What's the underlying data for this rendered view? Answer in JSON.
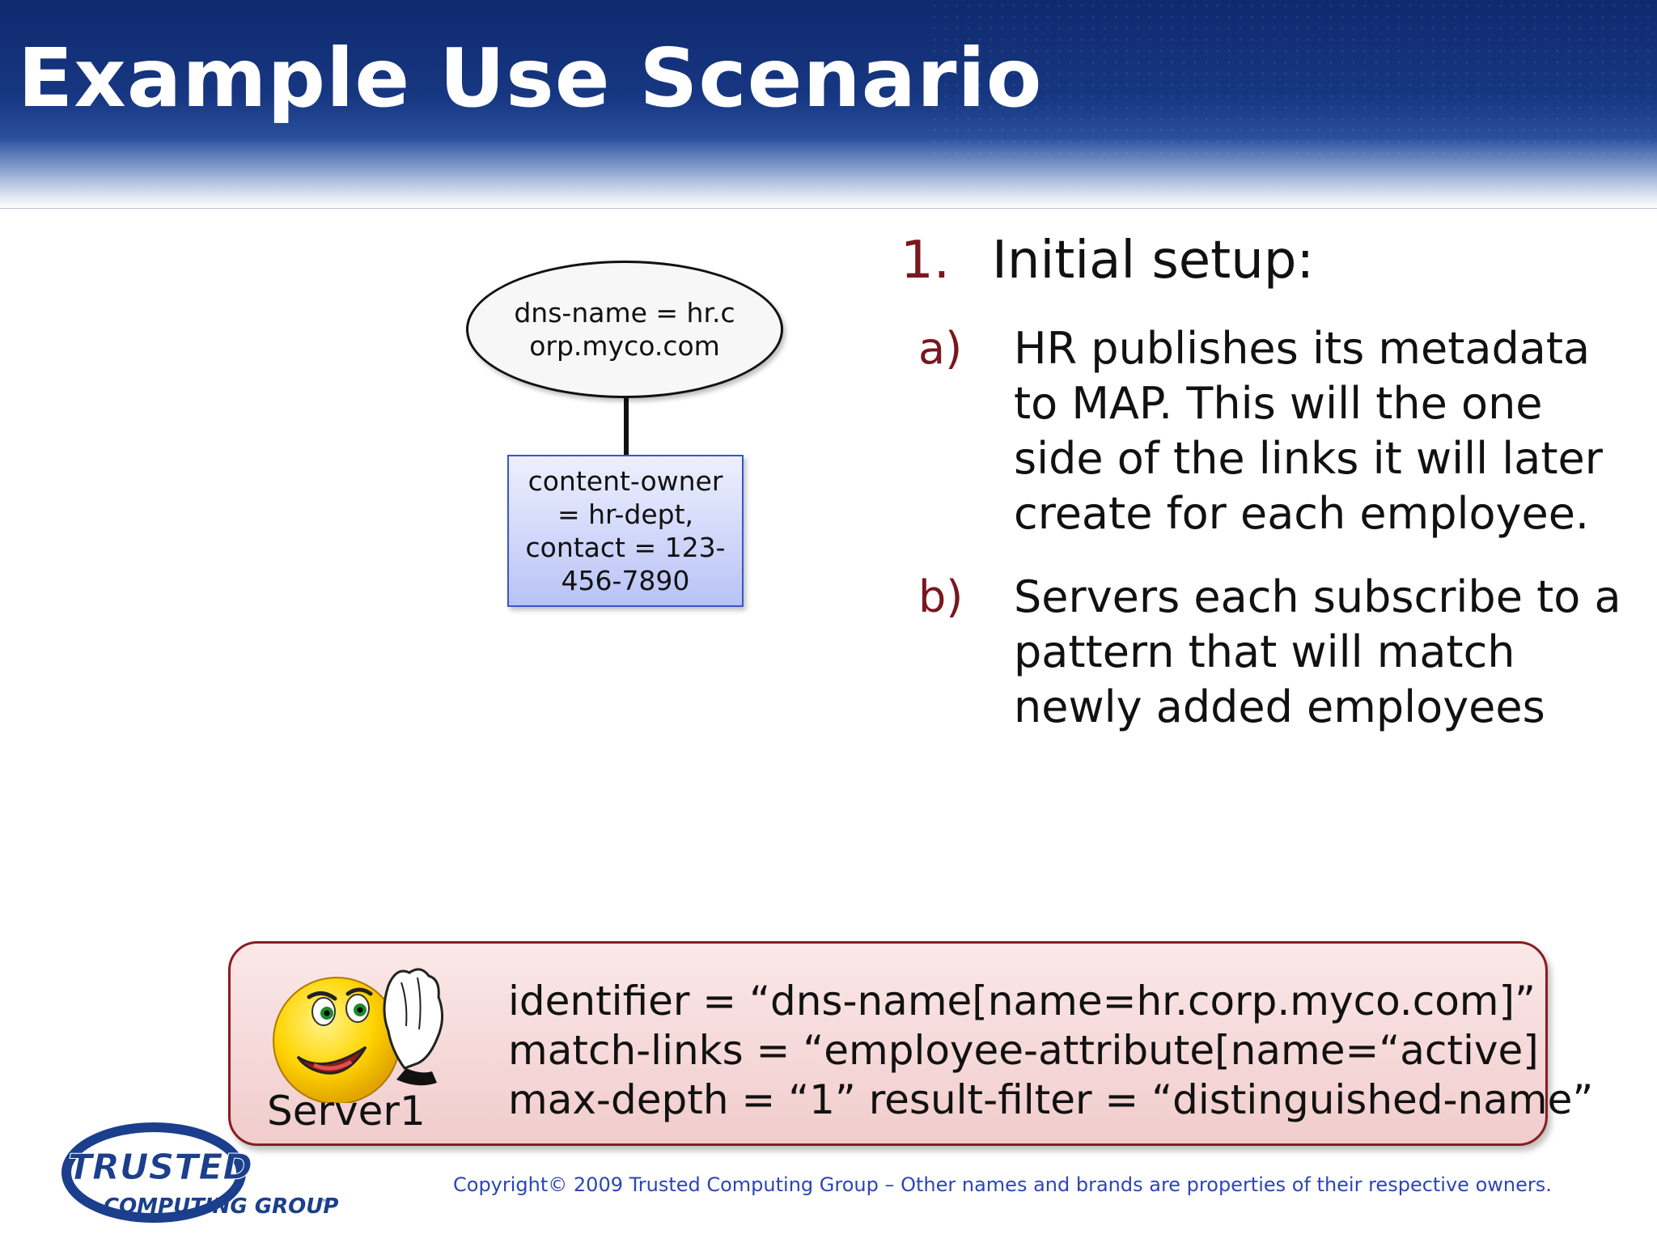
{
  "slide": {
    "title": "Example Use Scenario"
  },
  "diagram": {
    "identifier_node": "dns-name = hr.corp.myco.com",
    "metadata_node": "content-owner = hr-dept, contact = 123-456-7890"
  },
  "steps": [
    {
      "number": "1.",
      "heading": "Initial setup:",
      "items": [
        {
          "marker": "a)",
          "lines": [
            "HR publishes its metadata",
            "to MAP. This will the one",
            "side of the links it will later",
            "create for each employee."
          ]
        },
        {
          "marker": "b)",
          "lines": [
            "Servers each subscribe to a",
            "pattern that will match",
            "newly added employees"
          ]
        }
      ]
    }
  ],
  "subscription": {
    "client_label": "Server1",
    "client_icon": "smiley-salute-icon",
    "lines": [
      "identifier = “dns-name[name=hr.corp.myco.com]”",
      "match-links = “employee-attribute[name=“active]",
      "max-depth = “1” result-filter = “distinguished-name”"
    ]
  },
  "footer": {
    "logo_top": "TRUSTED",
    "logo_bottom": "COMPUTING GROUP",
    "logo_tm": "™",
    "copyright": "Copyright© 2009 Trusted Computing Group – Other names and brands are properties of their respective owners."
  },
  "colors": {
    "header_blue": "#173782",
    "accent_red": "#7a1620",
    "box_blue": "#3a56c9",
    "panel_border": "#8a1c22",
    "copyright_blue": "#2c46b4"
  }
}
